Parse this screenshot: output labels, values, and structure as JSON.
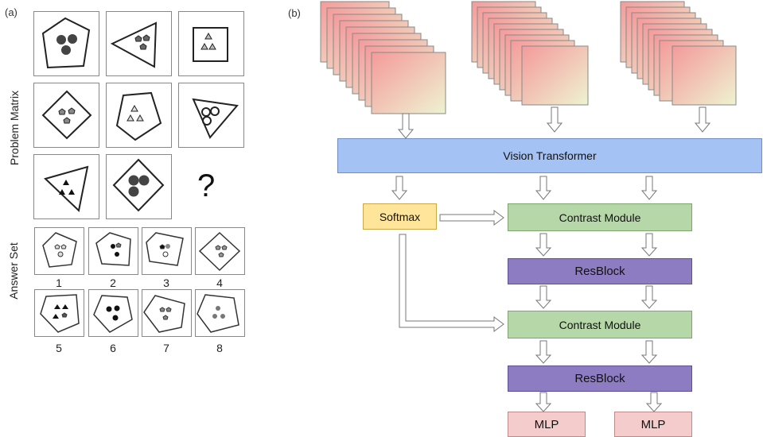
{
  "panel_a": {
    "label": "(a)",
    "problem_matrix_label": "Problem Matrix",
    "answer_set_label": "Answer Set",
    "missing_symbol": "?",
    "answer_numbers": [
      "1",
      "2",
      "3",
      "4",
      "5",
      "6",
      "7",
      "8"
    ]
  },
  "panel_b": {
    "label": "(b)",
    "vision_transformer": "Vision Transformer",
    "softmax": "Softmax",
    "contrast_module_1": "Contrast Module",
    "resblock_1": "ResBlock",
    "contrast_module_2": "Contrast Module",
    "resblock_2": "ResBlock",
    "mlp_left": "MLP",
    "mlp_right": "MLP"
  },
  "colors": {
    "vision_transformer": "#a4c2f4",
    "softmax": "#ffe599",
    "contrast_module": "#b6d7a8",
    "resblock": "#8e7cc3",
    "mlp": "#f4cccc",
    "image_stack_top": "#f4a6a6",
    "image_stack_bottom": "#eef2d0"
  }
}
